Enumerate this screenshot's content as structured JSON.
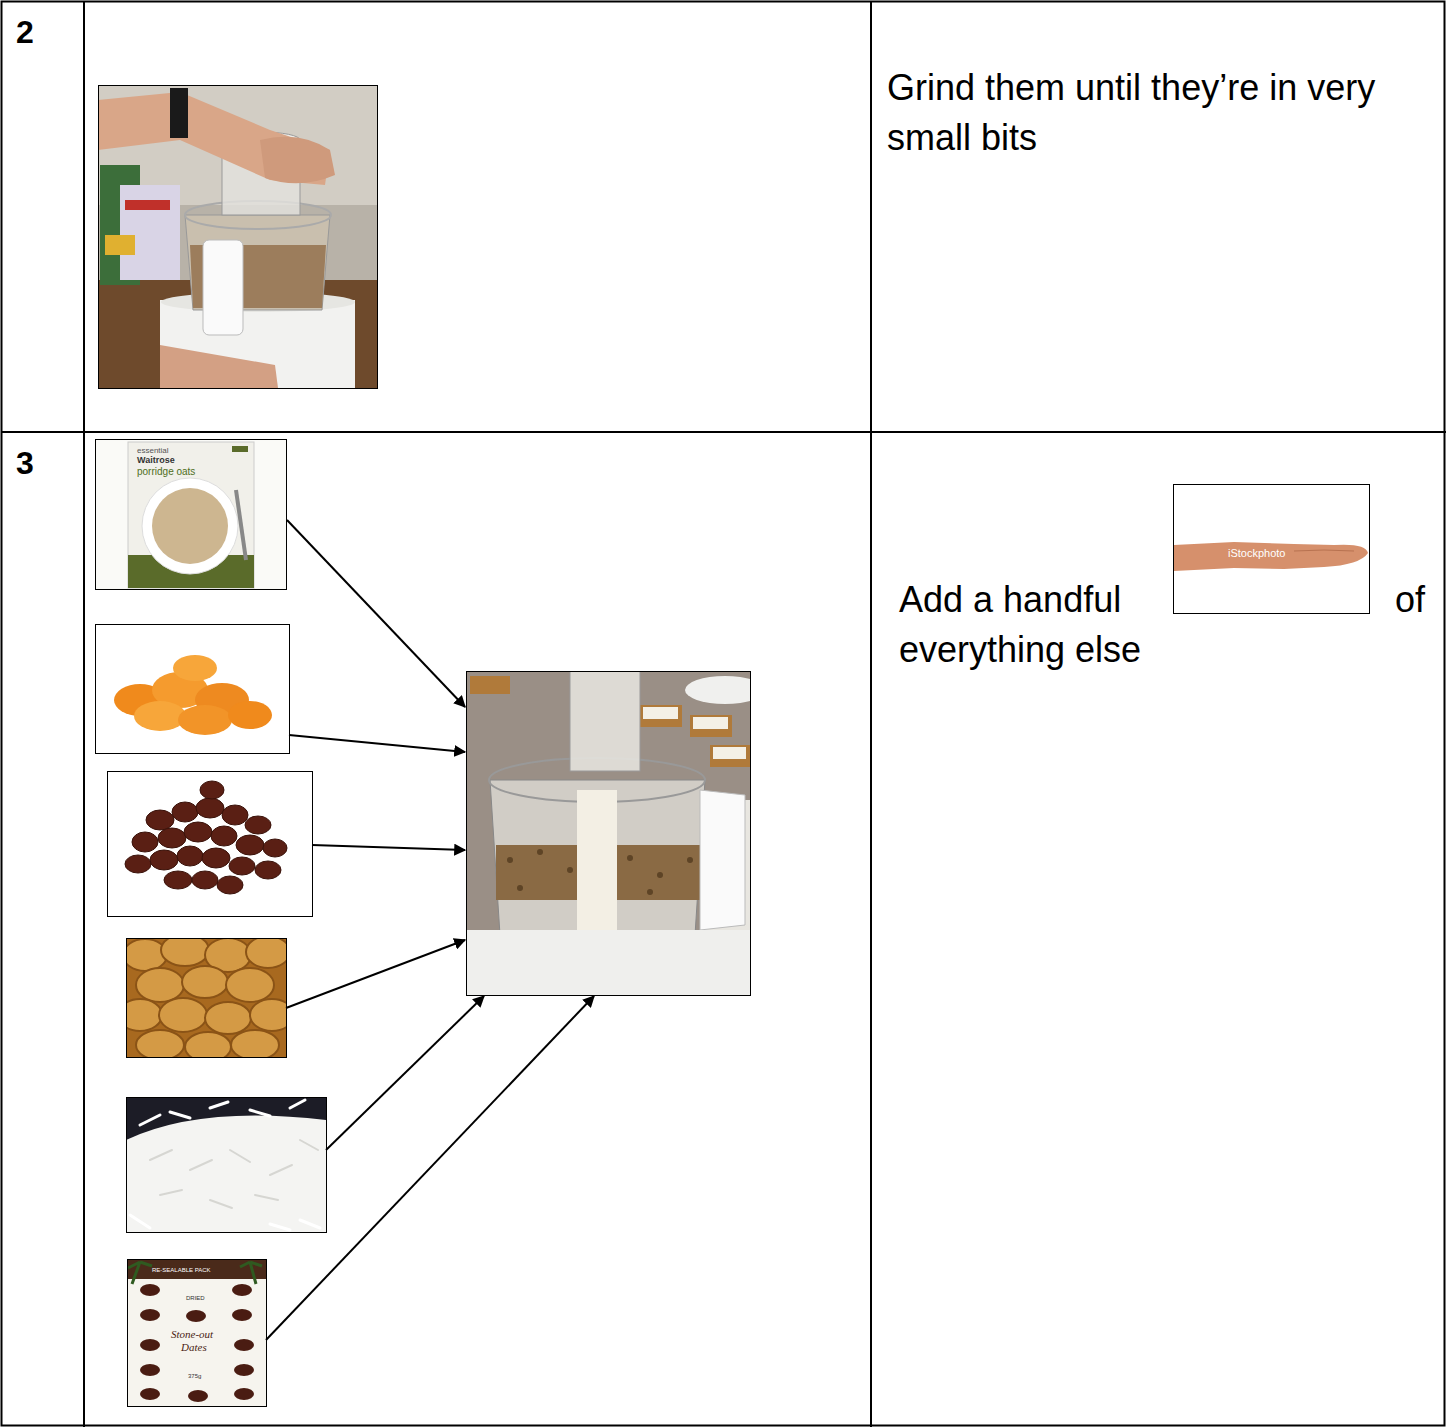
{
  "diagram": {
    "nodes": [
      {
        "text": [
          "2"
        ]
      },
      {
        "text": [
          "Grind them until they’re in very small bits"
        ]
      },
      {
        "text": [
          "3"
        ]
      },
      {
        "text": [
          "Add a handful",
          "of everything else"
        ]
      },
      {
        "text": [
          "iStockphoto"
        ],
        "in": 3
      }
    ],
    "labels": [
      "essential",
      "Waitrose",
      "porridge oats",
      "RE-SEALABLE PACK",
      "DRIED",
      "Stone-out",
      "Dates",
      "375g"
    ]
  }
}
